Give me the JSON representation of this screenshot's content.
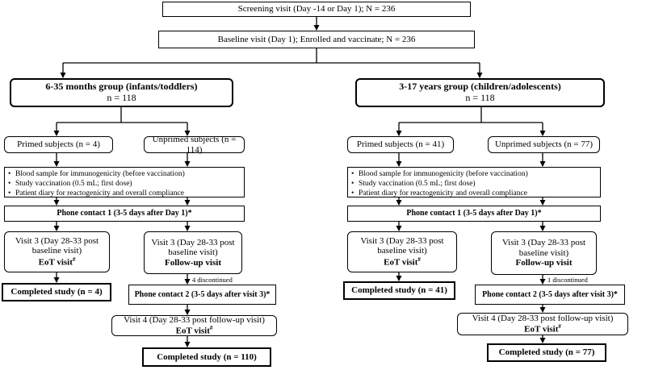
{
  "screening": "Screening visit (Day -14 or Day 1); N = 236",
  "baseline": "Baseline visit (Day 1); Enrolled and vaccinate; N = 236",
  "left": {
    "group_title": "6-35 months group (infants/toddlers)",
    "group_n": "n = 118",
    "primed": "Primed subjects (n = 4)",
    "unprimed": "Unprimed subjects (n = 114)",
    "bullets": [
      "Blood sample for immunogenicity (before vaccination)",
      "Study vaccination (0.5 mL; first dose)",
      "Patient diary for reactogenicity and overall compliance"
    ],
    "phone1": "Phone contact 1 (3-5 days after Day 1)*",
    "p_visit3_line1": "Visit 3 (Day 28-33 post",
    "p_visit3_line2": "baseline visit)",
    "p_visit3_line3": "EoT visit",
    "u_visit3_line1": "Visit 3 (Day 28-33 post",
    "u_visit3_line2": "baseline visit)",
    "u_visit3_line3": "Follow-up visit",
    "completed_primed": "Completed study (n = 4)",
    "discontinued": "4 discontinued",
    "phone2": "Phone contact 2 (3-5 days after visit 3)*",
    "visit4_line1": "Visit 4 (Day 28-33 post follow-up visit)",
    "visit4_line2": "EoT visit",
    "completed_unprimed": "Completed  study (n = 110)"
  },
  "right": {
    "group_title": "3-17 years group (children/adolescents)",
    "group_n": "n = 118",
    "primed": "Primed subjects (n = 41)",
    "unprimed": "Unprimed subjects (n = 77)",
    "bullets": [
      "Blood sample for immunogenicity (before vaccination)",
      "Study vaccination (0.5 mL; first dose)",
      "Patient diary for reactogenicity and overall compliance"
    ],
    "phone1": "Phone contact 1 (3-5 days after Day 1)*",
    "p_visit3_line1": "Visit 3 (Day 28-33 post",
    "p_visit3_line2": "baseline visit)",
    "p_visit3_line3": "EoT visit",
    "u_visit3_line1": "Visit 3 (Day 28-33 post",
    "u_visit3_line2": "baseline visit)",
    "u_visit3_line3": "Follow-up visit",
    "completed_primed": "Completed study (n = 41)",
    "discontinued": "1 discontinued",
    "phone2": "Phone contact 2 (3-5 days after visit 3)*",
    "visit4_line1": "Visit 4 (Day 28-33 post follow-up visit)",
    "visit4_line2": "EoT visit",
    "completed_unprimed": "Completed  study (n = 77)"
  },
  "footnote_mark": "#"
}
